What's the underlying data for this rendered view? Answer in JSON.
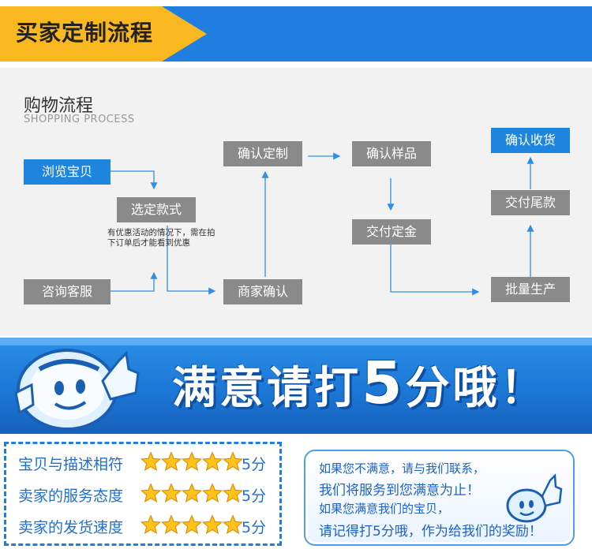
{
  "header": {
    "title": "买家定制流程"
  },
  "process": {
    "title": "购物流程",
    "subtitle": "SHOPPING PROCESS",
    "steps": {
      "browse": "浏览宝贝",
      "select": "选定款式",
      "consult": "咨询客服",
      "confirm_custom": "确认定制",
      "merchant_confirm": "商家确认",
      "confirm_sample": "确认样品",
      "deposit": "交付定金",
      "confirm_receipt": "确认收货",
      "balance": "交付尾款",
      "production": "批量生产"
    },
    "note": "有优惠活动的情况下，需在拍下订单后才能看到优惠"
  },
  "banner": {
    "text_before": "满意请打",
    "text_five": "5",
    "text_after": "分哦！"
  },
  "ratings": [
    {
      "label": "宝贝与描述相符",
      "stars": 5,
      "score": "5分"
    },
    {
      "label": "卖家的服务态度",
      "stars": 5,
      "score": "5分"
    },
    {
      "label": "卖家的发货速度",
      "stars": 5,
      "score": "5分"
    }
  ],
  "message": {
    "line1": "如果您不满意，请与我们联系，",
    "line2": "我们将服务到您满意为止！",
    "line3": "如果您满意我们的宝贝，",
    "line4": "请记得打5分哦，作为给我们的奖励！"
  },
  "colors": {
    "primary_blue": "#1f7ee0",
    "accent_yellow": "#f9b820",
    "step_gray": "#8a8a8a"
  }
}
